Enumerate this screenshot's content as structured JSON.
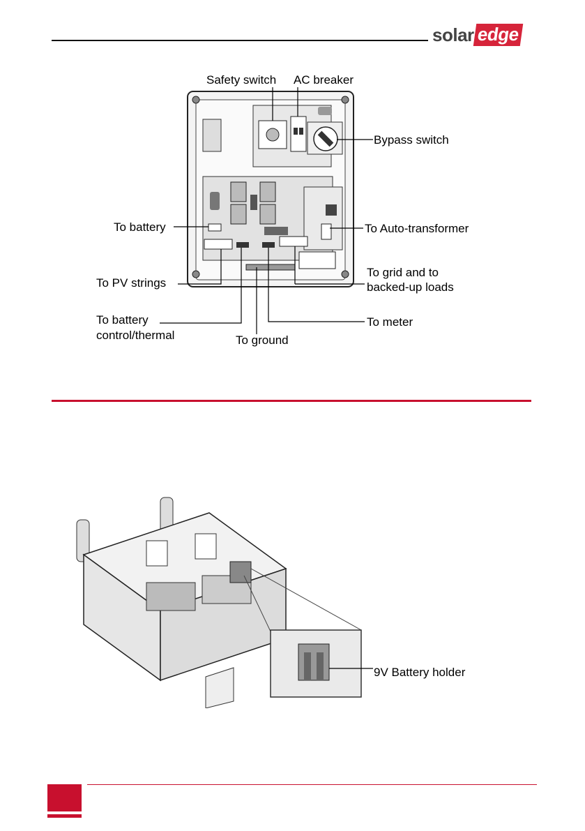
{
  "header": {
    "logo_part1": "solar",
    "logo_part2": "edge"
  },
  "figure1": {
    "labels": {
      "safety_switch": "Safety switch",
      "ac_breaker": "AC breaker",
      "bypass_switch": "Bypass switch",
      "to_battery": "To battery",
      "to_auto_transformer": "To Auto-transformer",
      "to_pv_strings": "To PV strings",
      "to_grid_line1": "To grid and to",
      "to_grid_line2": "backed-up loads",
      "to_battery_control_line1": "To battery",
      "to_battery_control_line2": "control/thermal",
      "to_meter": "To meter",
      "to_ground": "To ground"
    }
  },
  "figure2": {
    "labels": {
      "battery_holder": "9V Battery holder"
    }
  },
  "colors": {
    "brand_red": "#c8102e",
    "logo_gray": "#444444"
  }
}
